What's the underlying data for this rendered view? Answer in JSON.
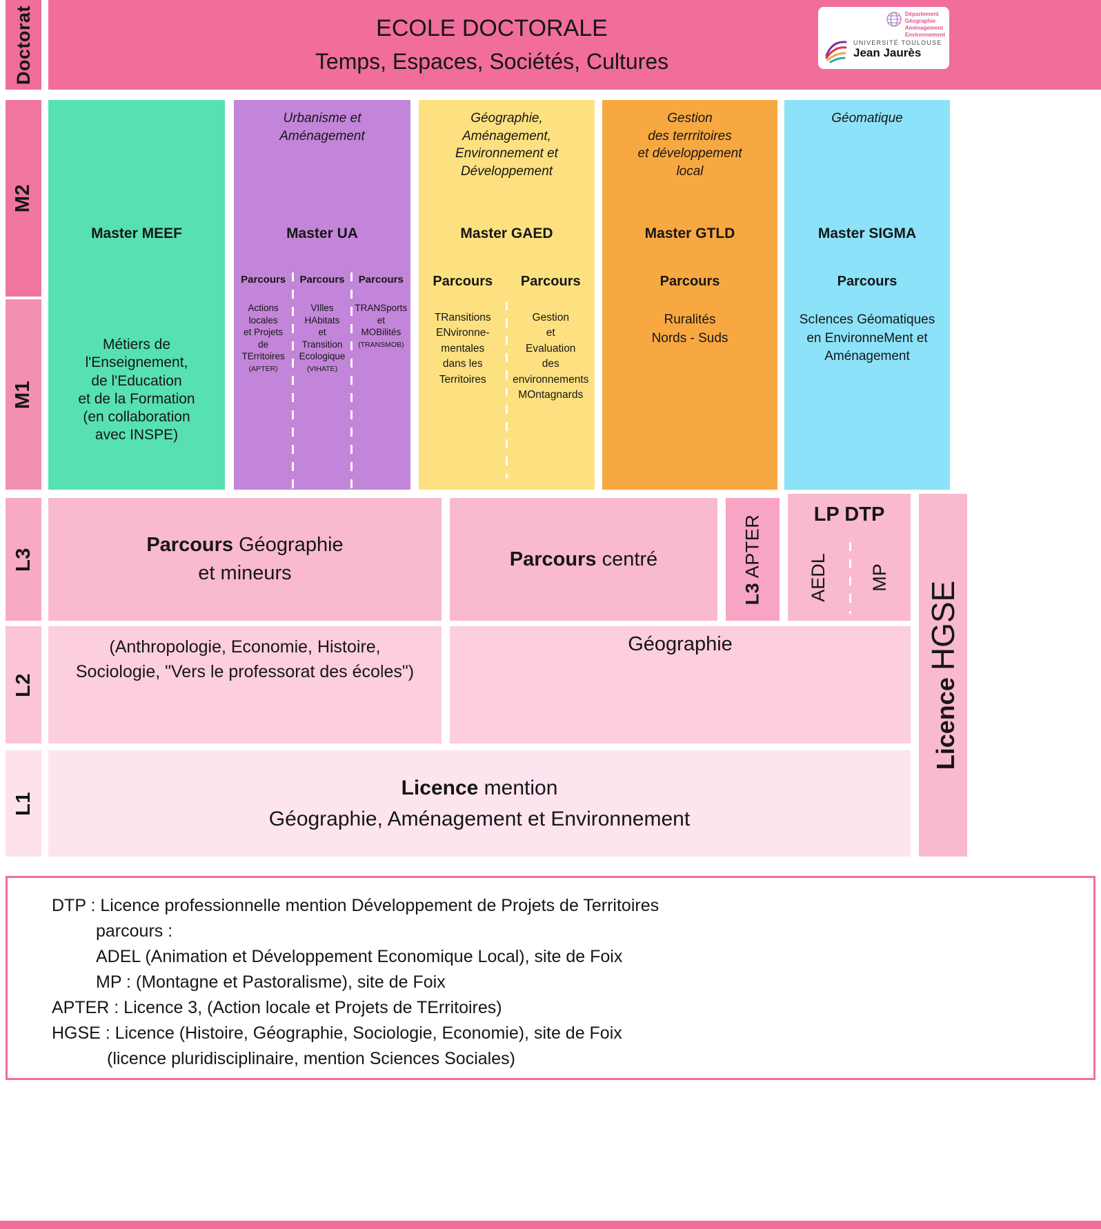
{
  "colors": {
    "banner_pink": "#f06d9c",
    "m2_pink": "#f1769f",
    "m1_pink": "#f48fb2",
    "l3_pink": "#f8a9c6",
    "l2_pink": "#fbc4d8",
    "l1_pink": "#fde1ec",
    "block_l3": "#f9b9d1",
    "block_apter": "#f8a4c4",
    "block_l2": "#fccede",
    "block_l1": "#fde4ef",
    "meef_green": "#57e1b0",
    "ua_purple": "#c385d9",
    "gaed_yellow": "#fde180",
    "gtld_orange": "#f8a841",
    "sigma_blue": "#8ce2f8"
  },
  "sidebar": {
    "doctorat": "Doctorat",
    "m2": "M2",
    "m1": "M1",
    "l3": "L3",
    "l2": "L2",
    "l1": "L1"
  },
  "header": {
    "title": "ECOLE DOCTORALE",
    "subtitle": "Temps, Espaces, Sociétés, Cultures"
  },
  "logo": {
    "university": "UNIVERSITÉ  TOULOUSE",
    "name": "Jean Jaurès",
    "department": [
      "Département",
      "Géographie",
      "Aménagement",
      "Environnement"
    ]
  },
  "masters": [
    {
      "name": "Master MEEF",
      "program": "",
      "body": "Métiers de\nl'Enseignement,\nde l'Education\net de la Formation\n(en collaboration\navec INSPE)"
    },
    {
      "name": "Master UA",
      "program": "Urbanisme et\nAménagement",
      "parcours": [
        {
          "label": "Parcours",
          "text": "Actions\nlocales\net Projets\nde\nTErritoires",
          "acronym": "(APTER)"
        },
        {
          "label": "Parcours",
          "text": "VIlles\nHAbitats\net\nTransition\nEcologique",
          "acronym": "(VIHATE)"
        },
        {
          "label": "Parcours",
          "text": "TRANSports\net\nMOBilités",
          "acronym": "(TRANSMOB)"
        }
      ]
    },
    {
      "name": "Master GAED",
      "program": "Géographie,\nAménagement,\nEnvironnement et\nDéveloppement",
      "parcours": [
        {
          "label": "Parcours",
          "text": "TRansitions\nENvironne-\nmentales\ndans les\nTerritoires"
        },
        {
          "label": "Parcours",
          "text": "Gestion\net\nEvaluation\ndes\nenvironnements\nMOntagnards"
        }
      ]
    },
    {
      "name": "Master GTLD",
      "program": "Gestion\ndes terrritoires\net développement\nlocal",
      "parcours": [
        {
          "label": "Parcours",
          "text": "Ruralités\nNords - Suds"
        }
      ]
    },
    {
      "name": "Master SIGMA",
      "program": "Géomatique",
      "parcours": [
        {
          "label": "Parcours",
          "text": "ScIences Géomatiques\nen EnvironneMent et\nAménagement"
        }
      ]
    }
  ],
  "l3": {
    "parcours_geo": {
      "bold": "Parcours",
      "rest": " Géographie",
      "line2": "et mineurs"
    },
    "parcours_centre": {
      "bold": "Parcours",
      "rest": " centré"
    },
    "apter": {
      "bold": "L3",
      "rest": " APTER"
    },
    "lp_dtp": {
      "title": "LP DTP",
      "left": "AEDL",
      "right": "MP"
    }
  },
  "hgse": {
    "bold": "Licence",
    "rest": "HGSE"
  },
  "l2": {
    "minors": "(Anthropologie, Economie, Histoire,\nSociologie, \"Vers le professorat des écoles\")",
    "geo": "Géographie"
  },
  "l1": {
    "bold": "Licence",
    "rest": " mention",
    "line2": "Géographie, Aménagement et Environnement"
  },
  "legend": {
    "lines": [
      {
        "text": "DTP : Licence professionnelle mention Développement de Projets de Territoires",
        "indent": 0
      },
      {
        "text": "parcours :",
        "indent": 1
      },
      {
        "text": "ADEL (Animation et Développement Economique Local), site de Foix",
        "indent": 1
      },
      {
        "text": "MP : (Montagne et Pastoralisme), site de Foix",
        "indent": 1
      },
      {
        "text": "APTER : Licence 3, (Action locale et Projets de TErritoires)",
        "indent": 0
      },
      {
        "text": "HGSE : Licence (Histoire, Géographie, Sociologie, Economie), site de Foix",
        "indent": 0
      },
      {
        "text": "(licence pluridisciplinaire, mention Sciences Sociales)",
        "indent": 2
      }
    ]
  }
}
